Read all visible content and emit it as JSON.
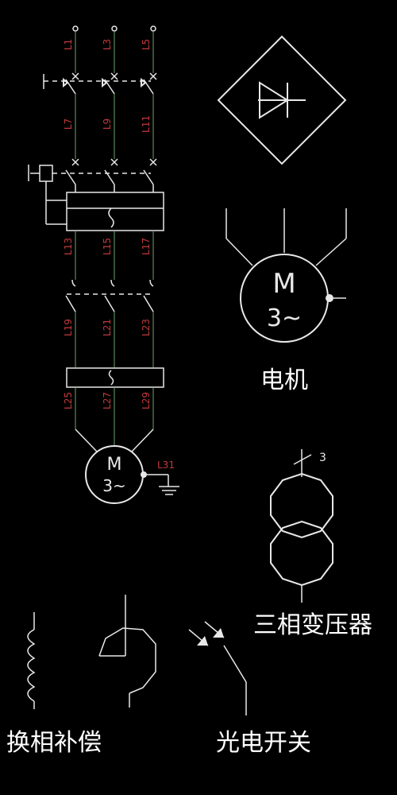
{
  "labels": {
    "l1": "L1",
    "l3": "L3",
    "l5": "L5",
    "l7": "L7",
    "l9": "L9",
    "l11": "L11",
    "l13": "L13",
    "l15": "L15",
    "l17": "L17",
    "l19": "L19",
    "l21": "L21",
    "l23": "L23",
    "l25": "L25",
    "l27": "L27",
    "l29": "L29",
    "l31": "L31"
  },
  "motor_small": {
    "m": "M",
    "phase": "3~"
  },
  "motor_large": {
    "m": "M",
    "phase": "3~"
  },
  "transformer": {
    "count": "3"
  },
  "captions": {
    "motor": "电机",
    "transformer": "三相变压器",
    "phase_compensation": "换相补偿",
    "photo_switch": "光电开关"
  }
}
